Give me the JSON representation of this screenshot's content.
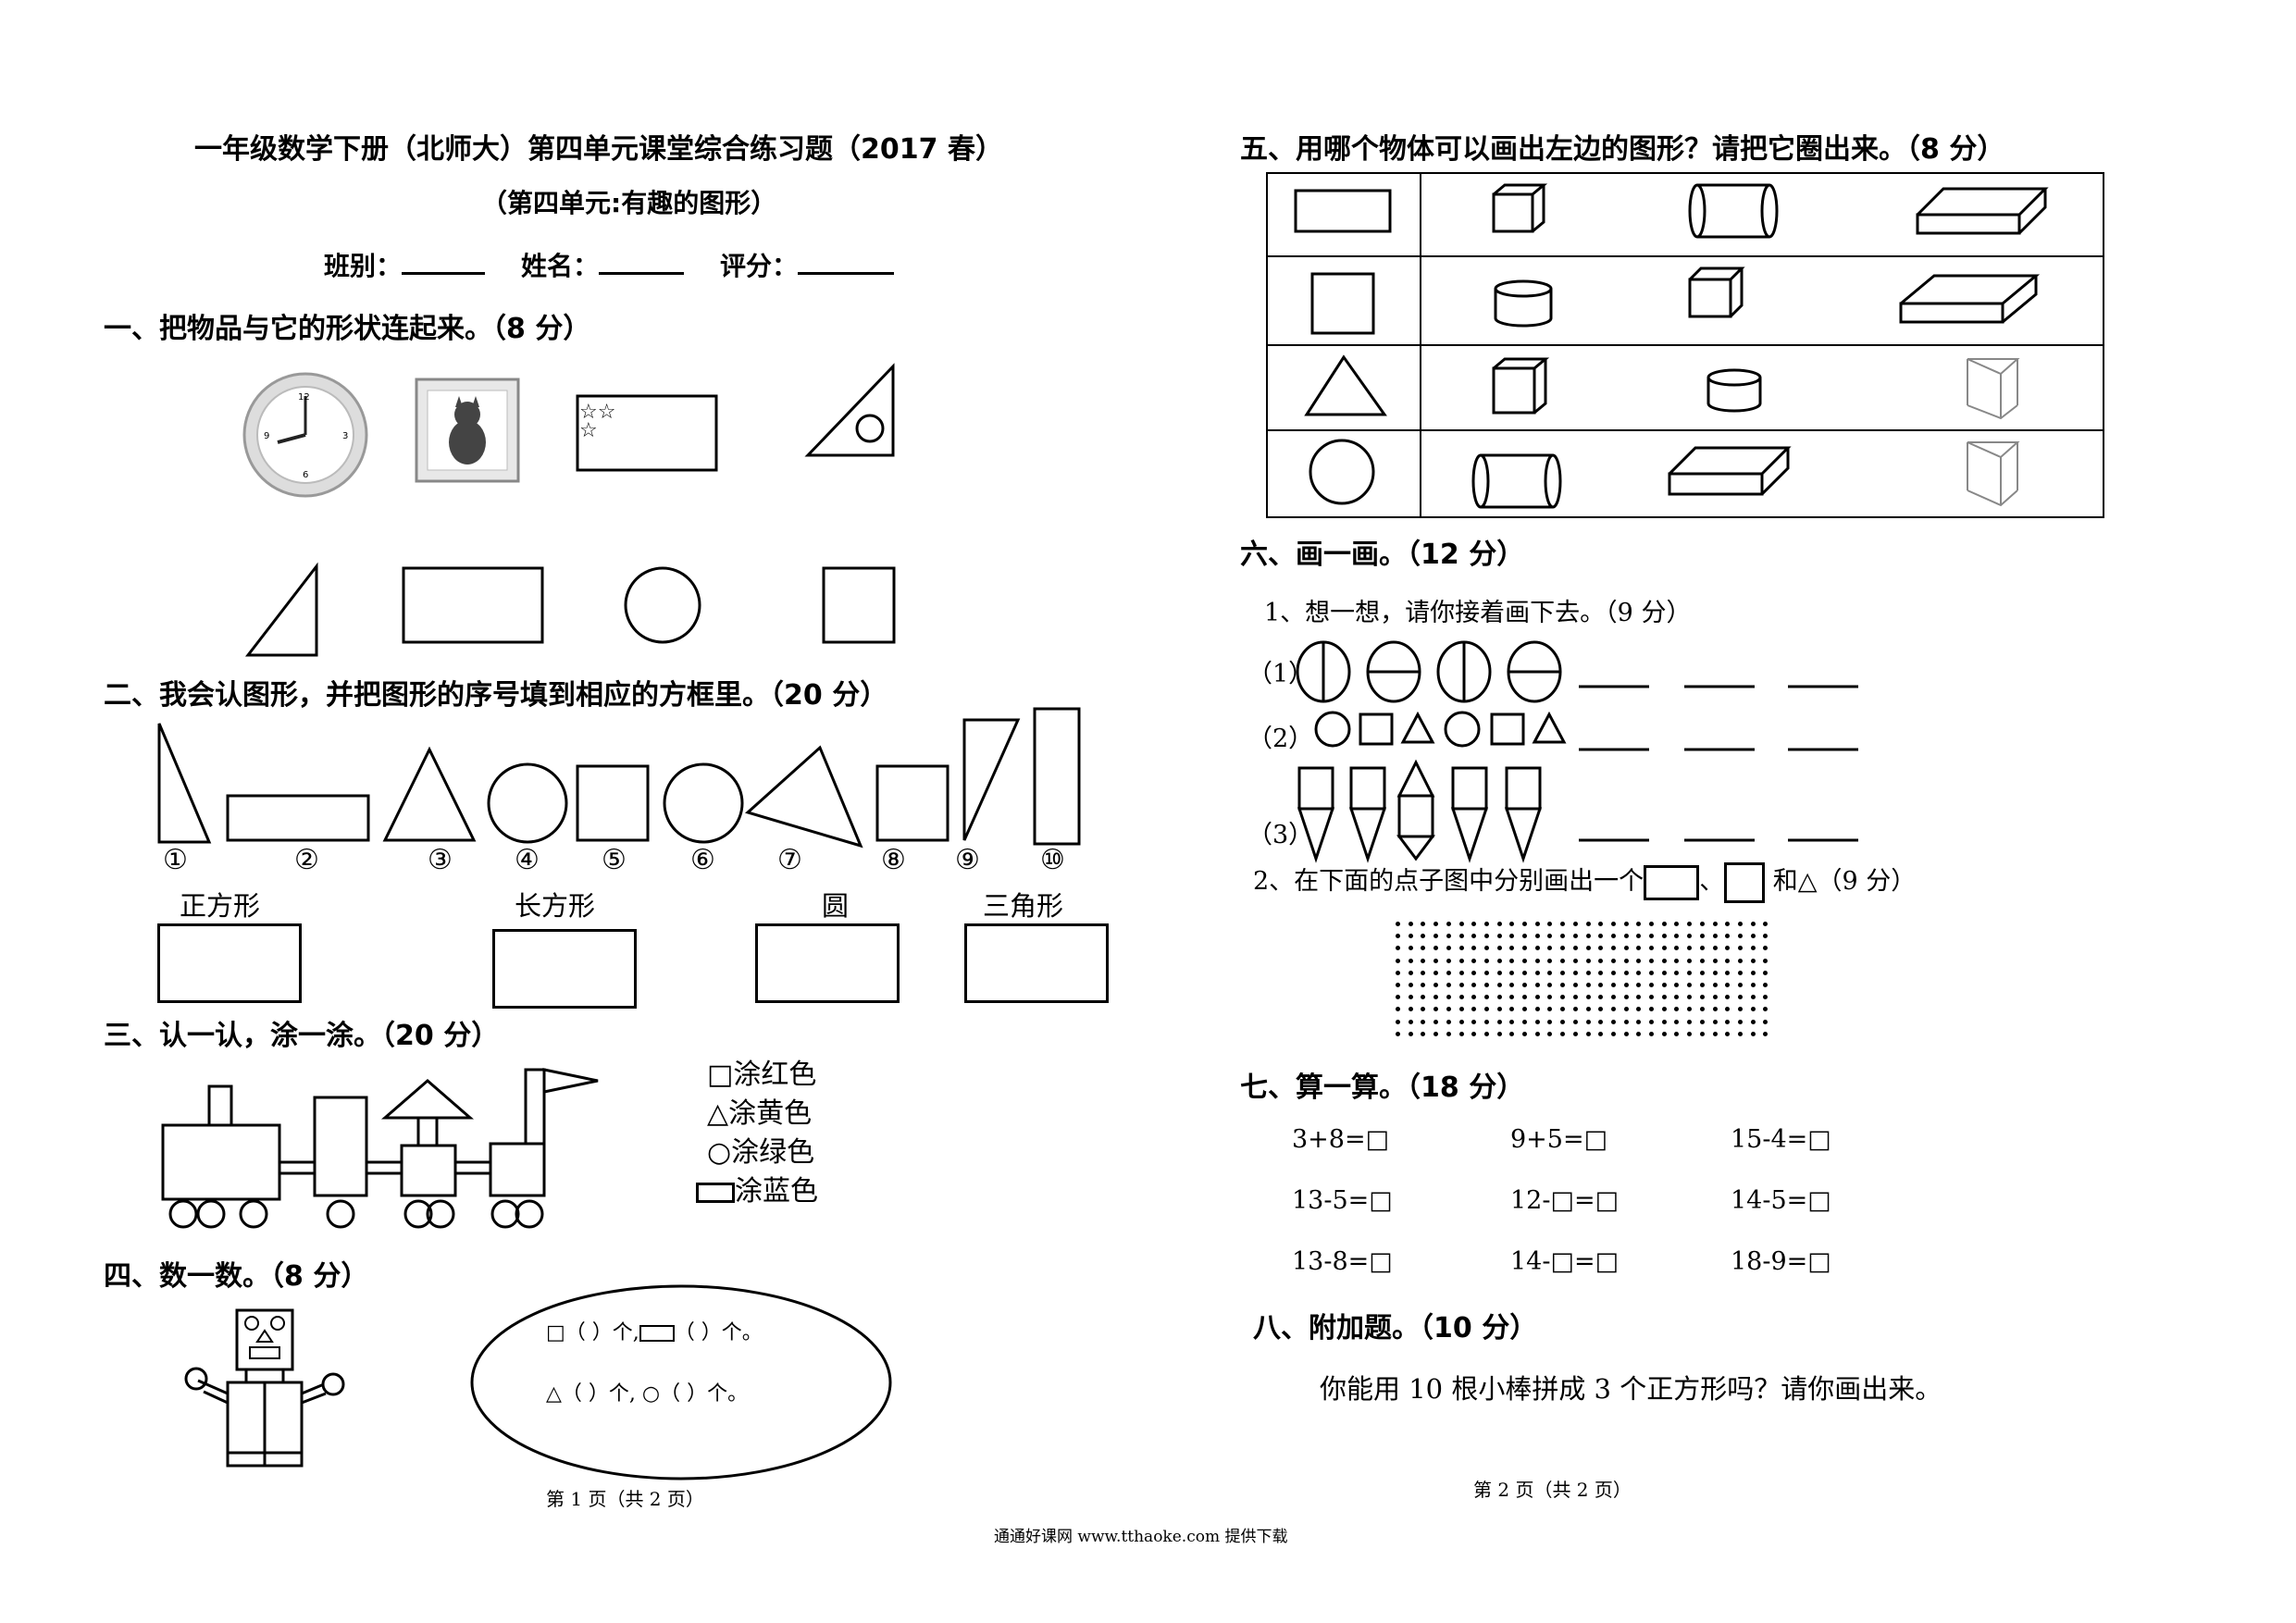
{
  "page1": {
    "title": "一年级数学下册（北师大）第四单元课堂综合练习题（2017 春）",
    "subtitle": "（第四单元:有趣的图形）",
    "info": {
      "class_label": "班别：",
      "name_label": "姓名：",
      "score_label": "评分："
    },
    "s1": {
      "heading": "一、把物品与它的形状连起来。（8 分）"
    },
    "s2": {
      "heading": "二、我会认图形，并把图形的序号填到相应的方框里。（20 分）",
      "numbers": [
        "①",
        "②",
        "③",
        "④",
        "⑤",
        "⑥",
        "⑦",
        "⑧",
        "⑨",
        "⑩"
      ],
      "categories": [
        "正方形",
        "长方形",
        "圆",
        "三角形"
      ]
    },
    "s3": {
      "heading": "三、认一认，涂一涂。（20 分）",
      "legend": [
        "□涂红色",
        "△涂黄色",
        "○涂绿色",
        "涂蓝色"
      ]
    },
    "s4": {
      "heading": "四、数一数。（8 分）",
      "line1": "□（   ）个,",
      "line1b": "（   ）个。",
      "line2": "△（   ）个, ○（   ）个。"
    },
    "footer": "第 1 页（共 2 页）"
  },
  "page2": {
    "s5": {
      "heading": "五、用哪个物体可以画出左边的图形？请把它圈出来。（8 分）"
    },
    "s6": {
      "heading": "六、画一画。（12 分）",
      "q1": "1、想一想，请你接着画下去。（9 分）",
      "rows": [
        "（1）",
        "（2）",
        "（3）"
      ],
      "q2_before": "2、在下面的点子图中分别画出一个",
      "q2_sep": "、",
      "q2_after": "和△（9 分）"
    },
    "s7": {
      "heading": "七、算一算。（18 分）",
      "equations": [
        "3+8=□",
        "9+5=□",
        "15-4=□",
        "13-5=□",
        "12-□=□",
        "14-5=□",
        "13-8=□",
        "14-□=□",
        "18-9=□"
      ]
    },
    "s8": {
      "heading": "八、附加题。（10 分）",
      "text": "你能用 10 根小棒拼成 3 个正方形吗？请你画出来。"
    },
    "footer": "第 2 页（共 2 页）"
  },
  "site_footer": "通通好课网  www.tthaoke.com  提供下载"
}
